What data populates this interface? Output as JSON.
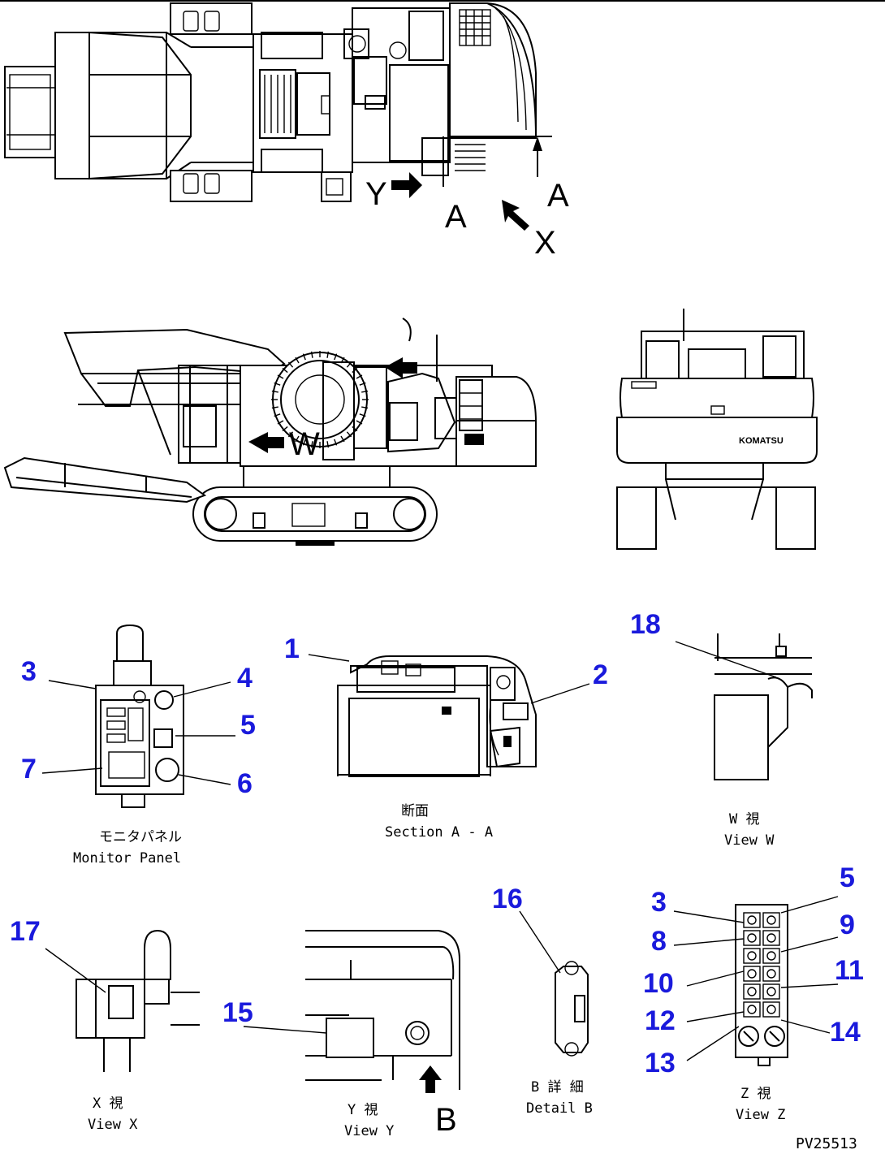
{
  "drawing_code": "PV25513",
  "view_markers": {
    "y_top": "Y",
    "a_left": "A",
    "a_right": "A",
    "x_top": "X",
    "w_side": "W",
    "b_label": "B"
  },
  "brand_label": "KOMATSU",
  "callouts": {
    "c1": "1",
    "c2": "2",
    "c3a": "3",
    "c4": "4",
    "c5a": "5",
    "c6": "6",
    "c7": "7",
    "c18": "18",
    "c17": "17",
    "c15": "15",
    "c16": "16",
    "c3b": "3",
    "c5b": "5",
    "c8": "8",
    "c9": "9",
    "c10": "10",
    "c11": "11",
    "c12": "12",
    "c13": "13",
    "c14": "14"
  },
  "captions": {
    "monitor_panel": {
      "jp": "モニタパネル",
      "en": "Monitor Panel"
    },
    "section_aa": {
      "jp": "断面",
      "en": "Section A - A"
    },
    "view_w": {
      "jp": "W  視",
      "en": "View W"
    },
    "view_x": {
      "jp": "X  視",
      "en": "View X"
    },
    "view_y": {
      "jp": "Y  視",
      "en": "View Y"
    },
    "detail_b": {
      "jp": "B 詳 細",
      "en": "Detail B"
    },
    "view_z": {
      "jp": "Z  視",
      "en": "View Z"
    }
  }
}
